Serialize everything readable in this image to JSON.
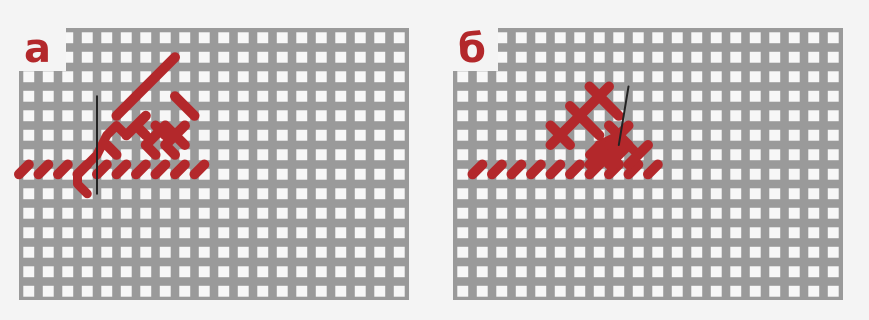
{
  "panels": [
    {
      "label": "а",
      "stitches": [
        [
          0,
          15,
          1,
          14
        ],
        [
          2,
          15,
          3,
          14
        ],
        [
          4,
          15,
          5,
          14
        ],
        [
          6,
          15,
          7,
          14
        ],
        [
          8,
          15,
          9,
          14
        ],
        [
          10,
          15,
          11,
          14
        ],
        [
          12,
          15,
          13,
          14
        ],
        [
          14,
          15,
          15,
          14
        ],
        [
          16,
          15,
          17,
          14
        ],
        [
          18,
          15,
          19,
          14
        ],
        [
          13,
          12,
          15,
          10
        ],
        [
          15,
          12,
          17,
          10
        ],
        [
          11,
          11,
          13,
          9
        ],
        [
          10,
          9,
          12,
          7
        ],
        [
          12,
          7,
          14,
          5
        ],
        [
          14,
          5,
          16,
          3
        ],
        [
          16,
          7,
          18,
          9
        ],
        [
          9,
          12,
          10,
          13
        ],
        [
          12,
          10,
          13,
          11
        ],
        [
          14,
          10,
          15,
          11
        ],
        [
          13,
          12,
          14,
          13
        ],
        [
          15,
          12,
          16,
          13
        ]
      ],
      "crosses": [
        [
          16,
          11
        ]
      ],
      "thread": [
        [
          7,
          17
        ],
        [
          6,
          16
        ],
        [
          6,
          15
        ],
        [
          7,
          14
        ],
        [
          8,
          13
        ],
        [
          9,
          11
        ],
        [
          10,
          10
        ],
        [
          11,
          11
        ]
      ],
      "needle": [
        [
          8,
          7
        ],
        [
          8,
          17
        ]
      ]
    },
    {
      "label": "б",
      "stitches": [
        [
          2,
          15,
          3,
          14
        ],
        [
          4,
          15,
          5,
          14
        ],
        [
          6,
          15,
          7,
          14
        ],
        [
          8,
          15,
          9,
          14
        ],
        [
          10,
          15,
          11,
          14
        ],
        [
          12,
          15,
          13,
          14
        ],
        [
          14,
          15,
          15,
          14
        ],
        [
          16,
          15,
          17,
          14
        ],
        [
          18,
          15,
          19,
          14
        ],
        [
          20,
          15,
          21,
          14
        ],
        [
          14,
          14,
          16,
          12
        ],
        [
          16,
          14,
          18,
          12
        ],
        [
          18,
          14,
          20,
          12
        ],
        [
          13,
          9,
          15,
          11
        ],
        [
          15,
          7,
          17,
          9
        ]
      ],
      "crosses": [
        [
          11,
          11
        ],
        [
          13,
          9
        ],
        [
          15,
          7
        ],
        [
          16,
          13
        ],
        [
          17,
          11
        ]
      ],
      "thread": [
        [
          14,
          13
        ],
        [
          15,
          12
        ],
        [
          17,
          11
        ],
        [
          18,
          12
        ],
        [
          19,
          13
        ],
        [
          20,
          12
        ]
      ],
      "needle": [
        [
          18,
          6
        ],
        [
          17,
          12
        ]
      ]
    }
  ],
  "colors": {
    "background": "#f4f4f4",
    "grid": "#9a9a9a",
    "hole": "#f7f7f7",
    "stitch": "#b3282b",
    "label": "#b3282b",
    "needle": "#222222"
  }
}
